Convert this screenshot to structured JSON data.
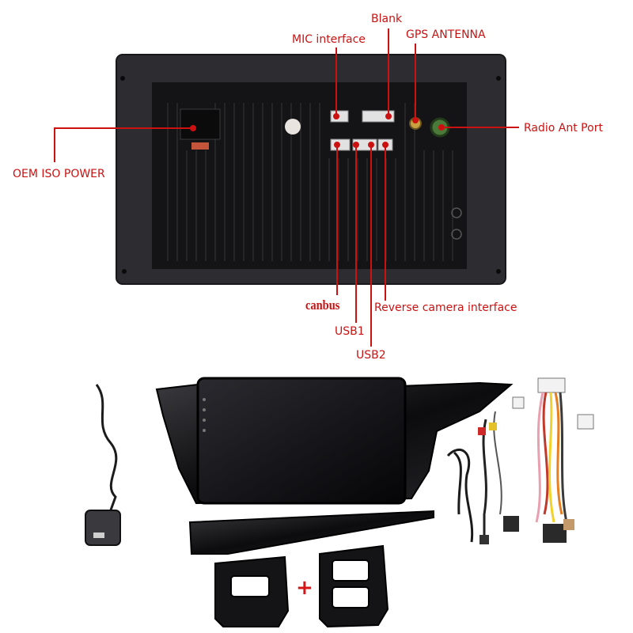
{
  "labels": {
    "blank": "Blank",
    "mic": "MIC interface",
    "gps": "GPS ANTENNA",
    "radio": "Radio Ant Port",
    "iso": "OEM ISO POWER",
    "canbus": "canbus",
    "usb1": "USB1",
    "usb2": "USB2",
    "reverse": "Reverse camera interface"
  },
  "accessories": {
    "plus": "+"
  },
  "colors": {
    "callout": "#cc1111",
    "unit_body": "#1a1a1a",
    "frame": "#2a2a2e"
  }
}
